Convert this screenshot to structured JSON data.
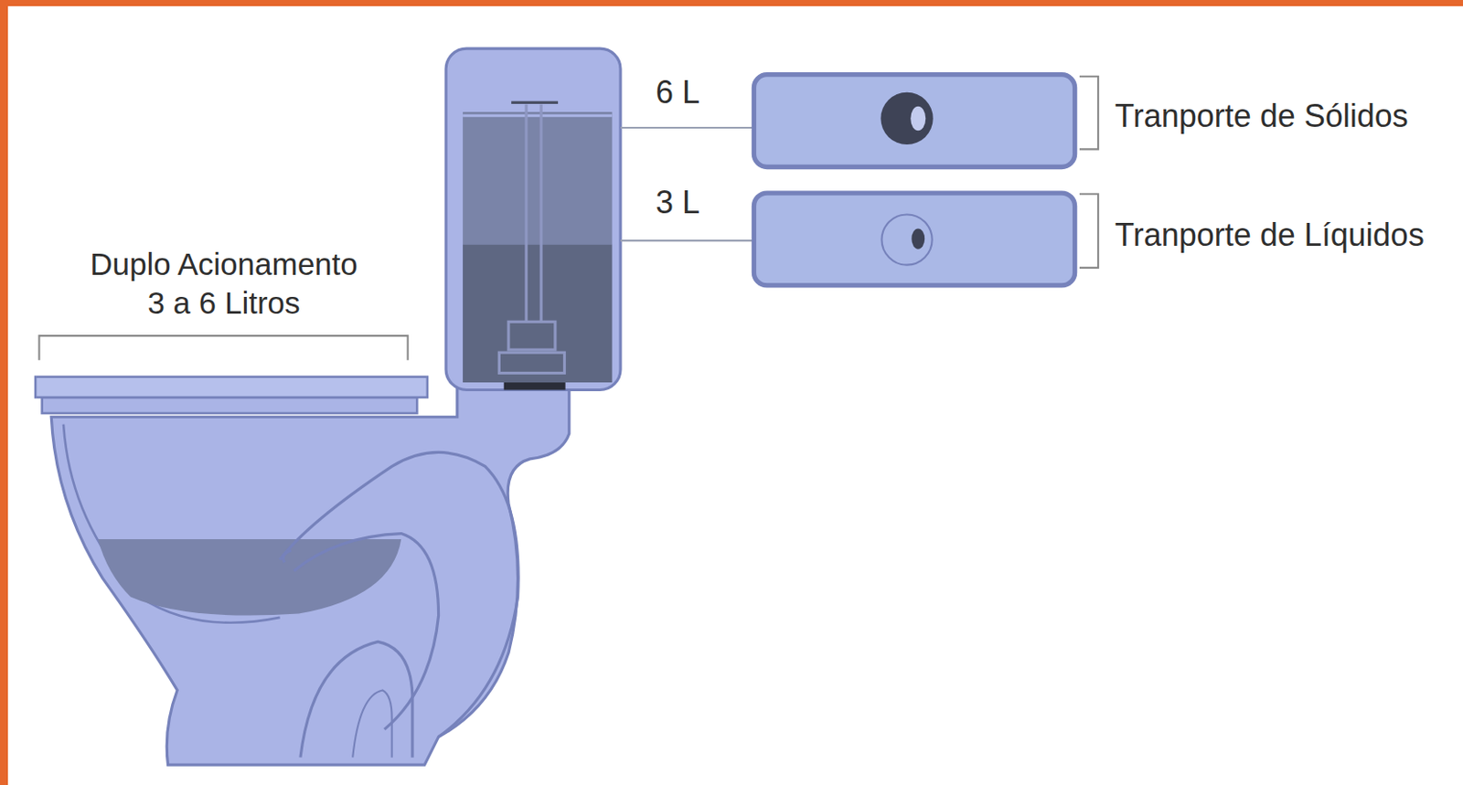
{
  "diagram": {
    "labels": [
      "6 L",
      "Tranporte de Sólidos",
      "Duplo Acionamento 3 a 6 Litros",
      "3 L",
      "Tranporte de Líquidos"
    ]
  }
}
